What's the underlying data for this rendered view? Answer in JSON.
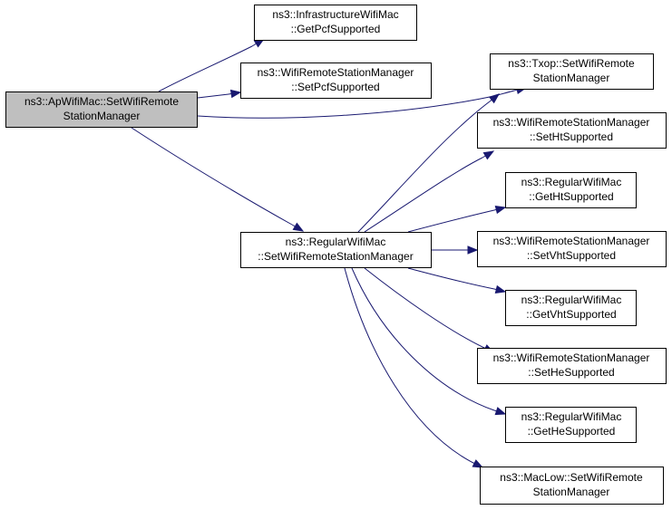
{
  "nodes": {
    "root": {
      "line1": "ns3::ApWifiMac::SetWifiRemote",
      "line2": "StationManager"
    },
    "infra_get_pcf": {
      "line1": "ns3::InfrastructureWifiMac",
      "line2": "::GetPcfSupported"
    },
    "wrsm_set_pcf": {
      "line1": "ns3::WifiRemoteStationManager",
      "line2": "::SetPcfSupported"
    },
    "txop_set_wrsm": {
      "line1": "ns3::Txop::SetWifiRemote",
      "line2": "StationManager"
    },
    "regular_set_wrsm": {
      "line1": "ns3::RegularWifiMac",
      "line2": "::SetWifiRemoteStationManager"
    },
    "wrsm_set_ht": {
      "line1": "ns3::WifiRemoteStationManager",
      "line2": "::SetHtSupported"
    },
    "regular_get_ht": {
      "line1": "ns3::RegularWifiMac",
      "line2": "::GetHtSupported"
    },
    "wrsm_set_vht": {
      "line1": "ns3::WifiRemoteStationManager",
      "line2": "::SetVhtSupported"
    },
    "regular_get_vht": {
      "line1": "ns3::RegularWifiMac",
      "line2": "::GetVhtSupported"
    },
    "wrsm_set_he": {
      "line1": "ns3::WifiRemoteStationManager",
      "line2": "::SetHeSupported"
    },
    "regular_get_he": {
      "line1": "ns3::RegularWifiMac",
      "line2": "::GetHeSupported"
    },
    "maclow_set_wrsm": {
      "line1": "ns3::MacLow::SetWifiRemote",
      "line2": "StationManager"
    }
  },
  "edges": [
    {
      "from": "root",
      "to": "infra_get_pcf"
    },
    {
      "from": "root",
      "to": "wrsm_set_pcf"
    },
    {
      "from": "root",
      "to": "txop_set_wrsm"
    },
    {
      "from": "root",
      "to": "regular_set_wrsm"
    },
    {
      "from": "regular_set_wrsm",
      "to": "txop_set_wrsm"
    },
    {
      "from": "regular_set_wrsm",
      "to": "wrsm_set_ht"
    },
    {
      "from": "regular_set_wrsm",
      "to": "regular_get_ht"
    },
    {
      "from": "regular_set_wrsm",
      "to": "wrsm_set_vht"
    },
    {
      "from": "regular_set_wrsm",
      "to": "regular_get_vht"
    },
    {
      "from": "regular_set_wrsm",
      "to": "wrsm_set_he"
    },
    {
      "from": "regular_set_wrsm",
      "to": "regular_get_he"
    },
    {
      "from": "regular_set_wrsm",
      "to": "maclow_set_wrsm"
    }
  ],
  "colors": {
    "edge": "#191970",
    "root_fill": "#bfbfbf",
    "node_fill": "#ffffff",
    "border": "#000000"
  }
}
